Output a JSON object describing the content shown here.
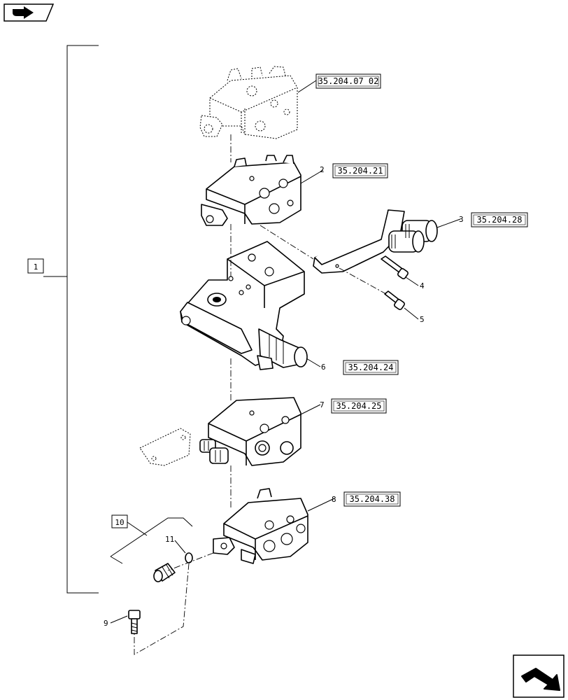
{
  "refs": {
    "r1": "35.204.07 02",
    "r2": "35.204.21",
    "r3": "35.204.28",
    "r6": "35.204.24",
    "r7": "35.204.25",
    "r8": "35.204.38"
  },
  "callouts": {
    "c1": "1",
    "c2": "2",
    "c3": "3",
    "c4": "4",
    "c5": "5",
    "c6": "6",
    "c7": "7",
    "c8": "8",
    "c9": "9",
    "c10": "10",
    "c11": "11"
  },
  "icons": {
    "top_left": "forward-navigation-icon",
    "bottom_right": "return-navigation-icon"
  }
}
